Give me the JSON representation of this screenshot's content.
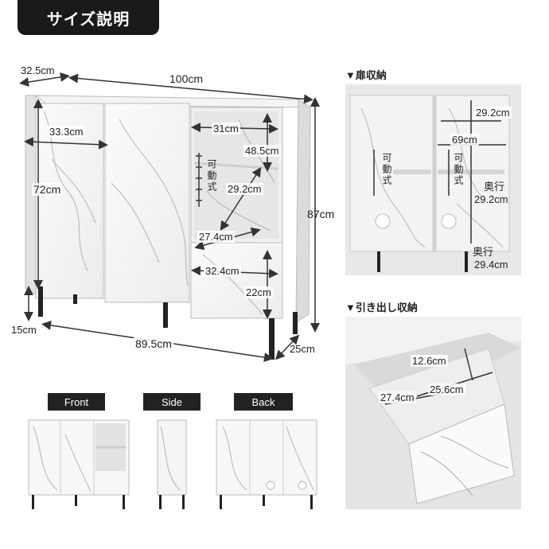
{
  "title": "サイズ説明",
  "main_dims": {
    "depth": "32.5cm",
    "width": "100cm",
    "door_width": "33.3cm",
    "shelf_width": "31cm",
    "shelf_depth_top": "48.5cm",
    "shelf_inner": "29.2cm",
    "shelf_inner2": "27.4cm",
    "lower_width": "32.4cm",
    "lower_height": "22cm",
    "body_height": "72cm",
    "total_height": "87cm",
    "leg_height": "15cm",
    "leg_span": "89.5cm",
    "leg_depth": "25cm",
    "adjustable": "可動式"
  },
  "door_storage": {
    "label": "▼扉収納",
    "shelf_width": "29.2cm",
    "inner_width": "69cm",
    "depth_top_label": "奥行",
    "depth_top": "29.2cm",
    "depth_bottom_label": "奥行",
    "depth_bottom": "29.4cm",
    "adjustable": "可動式"
  },
  "drawer_storage": {
    "label": "▼引き出し収納",
    "height": "12.6cm",
    "depth": "27.4cm",
    "width": "25.6cm"
  },
  "views": {
    "front": "Front",
    "side": "Side",
    "back": "Back"
  }
}
